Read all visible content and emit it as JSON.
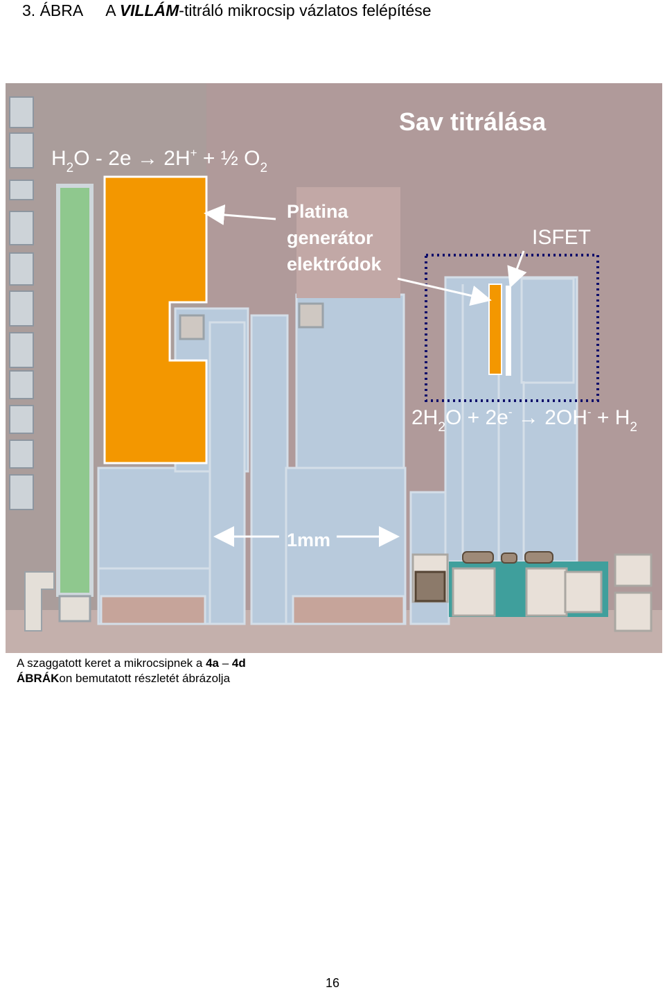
{
  "heading": {
    "label": "3. ÁBRA",
    "prefix": "A ",
    "emph": "VILLÁM",
    "rest": "-titráló mikrocsip vázlatos felépítése"
  },
  "figure": {
    "title": "Sav titrálása",
    "eq_top": {
      "a": "H",
      "a_sub": "2",
      "b": "O - 2e ",
      "arrow": "→",
      "c": " 2H",
      "c_sup": "+",
      "d": " + ½ O",
      "d_sub": "2"
    },
    "eq_bottom": {
      "a": "2H",
      "a_sub": "2",
      "b": "O + 2e",
      "b_sup": "-",
      "arrow": " → ",
      "c": "2OH",
      "c_sup": "-",
      "d": " + H",
      "d_sub": "2"
    },
    "label_electrodes": [
      "Platina",
      "generátor",
      "elektródok"
    ],
    "label_isfet": "ISFET",
    "scale": "1mm",
    "colors": {
      "electrode": "#f39700",
      "chip_bg": "#b09a9a",
      "trace": "#b8cadc",
      "green_strip": "#8fc88e",
      "dashed_frame": "#0d0d6a"
    }
  },
  "caption": {
    "line1_a": "A szaggatott keret a mikrocsipnek a ",
    "ref_a": "4a",
    "dash": " – ",
    "ref_b": "4d",
    "line2_bold": "ÁBRÁK",
    "line2_rest": "on bemutatott részletét ábrázolja"
  },
  "page_number": "16"
}
